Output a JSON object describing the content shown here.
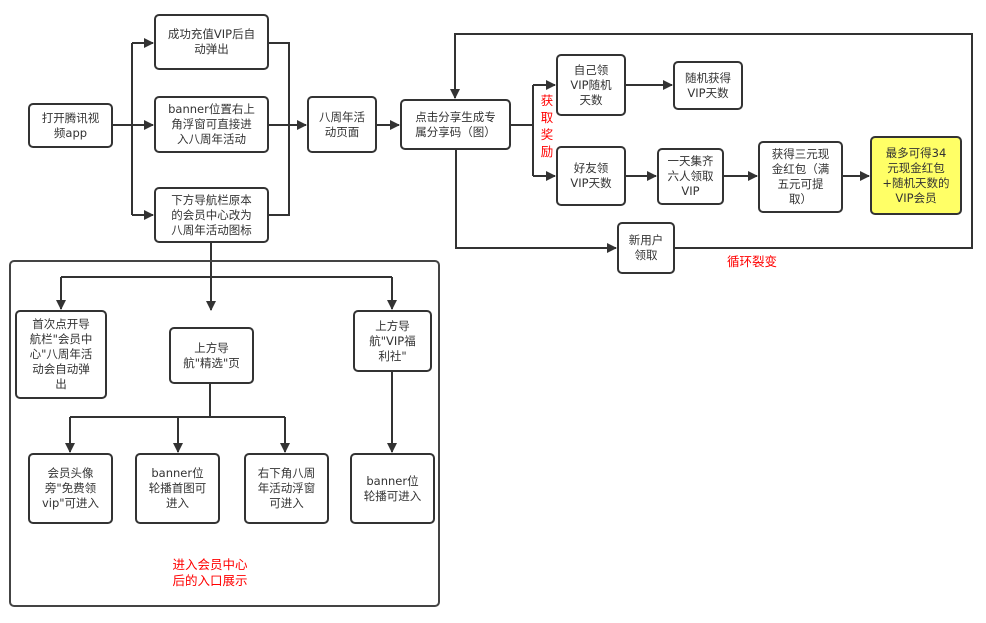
{
  "colors": {
    "stroke": "#333333",
    "annotation": "#ff0000",
    "highlight_fill": "#ffff66"
  },
  "nodes": {
    "open_app": "打开腾讯视\n频app",
    "vip_popup": "成功充值VIP后自\n动弹出",
    "banner_float": "banner位置右上\n角浮窗可直接进\n入八周年活动",
    "bottom_nav": "下方导航栏原本\n的会员中心改为\n八周年活动图标",
    "anniversary_page": "八周年活\n动页面",
    "share_code": "点击分享生成专\n属分享码（图）",
    "self_claim": "自己领\nVIP随机\n天数",
    "random_days": "随机获得\nVIP天数",
    "friend_claim": "好友领\nVIP天数",
    "six_people": "一天集齐\n六人领取\nVIP",
    "cash_red_packet": "获得三元现\n金红包（满\n五元可提\n取）",
    "max_reward": "最多可得34\n元现金红包\n+随机天数的\nVIP会员",
    "new_user": "新用户\n领取",
    "first_open_popup": "首次点开导\n航栏\"会员中\n心\"八周年活\n动会自动弹\n出",
    "top_nav_featured": "上方导\n航\"精选\"页",
    "top_nav_vip_welfare": "上方导\n航\"VIP福\n利社\"",
    "avatar_free_vip": "会员头像\n旁\"免费领\nvip\"可进入",
    "banner_first_slide": "banner位\n轮播首图可\n进入",
    "bottom_right_float": "右下角八周\n年活动浮窗\n可进入",
    "banner_carousel": "banner位\n轮播可进入"
  },
  "annotations": {
    "get_reward": "获\n取\n奖\n励",
    "cycle_fission": "循环裂变",
    "member_center_entries": "进入会员中心\n后的入口展示"
  }
}
